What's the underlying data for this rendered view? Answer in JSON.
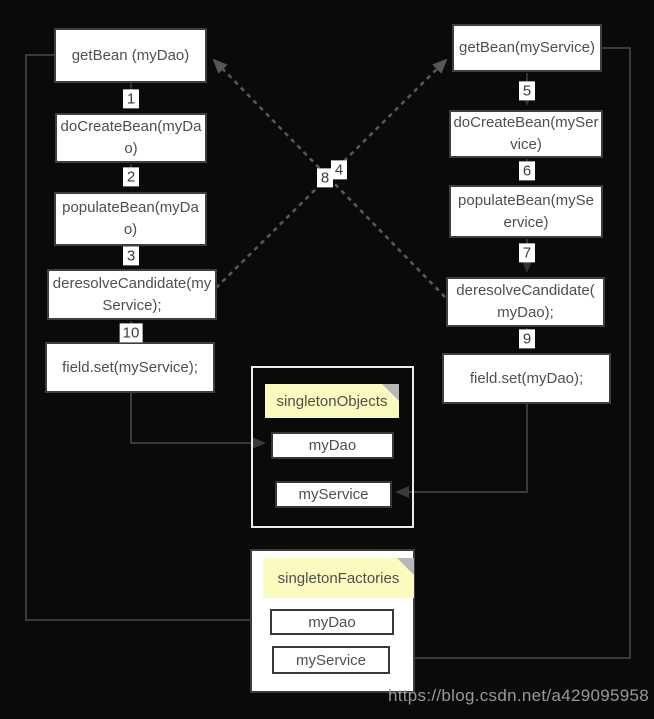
{
  "diagram": {
    "left_flow": {
      "boxes": [
        {
          "label": "getBean (myDao)"
        },
        {
          "label": "doCreateBean(myDa\no)"
        },
        {
          "label": "populateBean(myDa\no)"
        },
        {
          "label": "deresolveCandidate(my\nService);"
        },
        {
          "label": "field.set(myService);"
        }
      ],
      "steps": [
        "1",
        "2",
        "3",
        "10"
      ]
    },
    "right_flow": {
      "boxes": [
        {
          "label": "getBean(myService)"
        },
        {
          "label": "doCreateBean(mySer\nvice)"
        },
        {
          "label": "populateBean(mySe\nervice)"
        },
        {
          "label": "deresolveCandidate(\nmyDao);"
        },
        {
          "label": "field.set(myDao);"
        }
      ],
      "steps": [
        "5",
        "6",
        "7",
        "9"
      ]
    },
    "cross_steps": {
      "left_to_right": "4",
      "right_to_left": "8"
    },
    "caches": [
      {
        "title": "singletonObjects",
        "items": [
          "myDao",
          "myService"
        ]
      },
      {
        "title": "singletonFactories",
        "items": [
          "myDao",
          "myService"
        ]
      }
    ],
    "watermark": "https://blog.csdn.net/a429095958",
    "colors": {
      "background": "#0a0a0a",
      "node_fill": "#ffffff",
      "node_border": "#3f3f3f",
      "node_text": "#4f4f4f",
      "solid_line": "#3a3a3a",
      "dashed_line": "#575757",
      "sticky_fill": "#fbfbc0",
      "sticky_fold": "#b7b7b7",
      "objects_container_border": "#ececec",
      "watermark_text": "#989898"
    }
  }
}
